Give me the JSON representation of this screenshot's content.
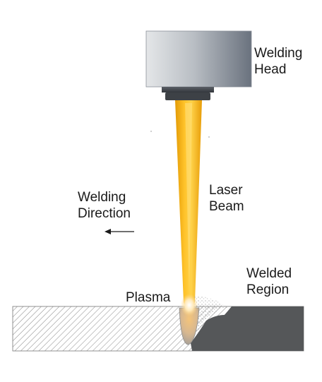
{
  "labels": {
    "welding_head": [
      "Welding",
      "Head"
    ],
    "laser_beam": [
      "Laser",
      "Beam"
    ],
    "welding_direction": [
      "Welding",
      "Direction"
    ],
    "welded_region": [
      "Welded",
      "Region"
    ],
    "plasma": "Plasma"
  },
  "colors": {
    "head_light": "#e2e4e6",
    "head_dark": "#6c7480",
    "collar": "#4a4f55",
    "beam_outer": "#f0a808",
    "beam_inner": "#ffcf3a",
    "workpiece_hatch": "#8a8a8a",
    "welded_region": "#555759",
    "weld_pool": "#c8c8c8",
    "plasma_glow": "#fff4d6",
    "text": "#1a1a1a"
  },
  "icons": {
    "direction": "arrow-left-icon"
  }
}
